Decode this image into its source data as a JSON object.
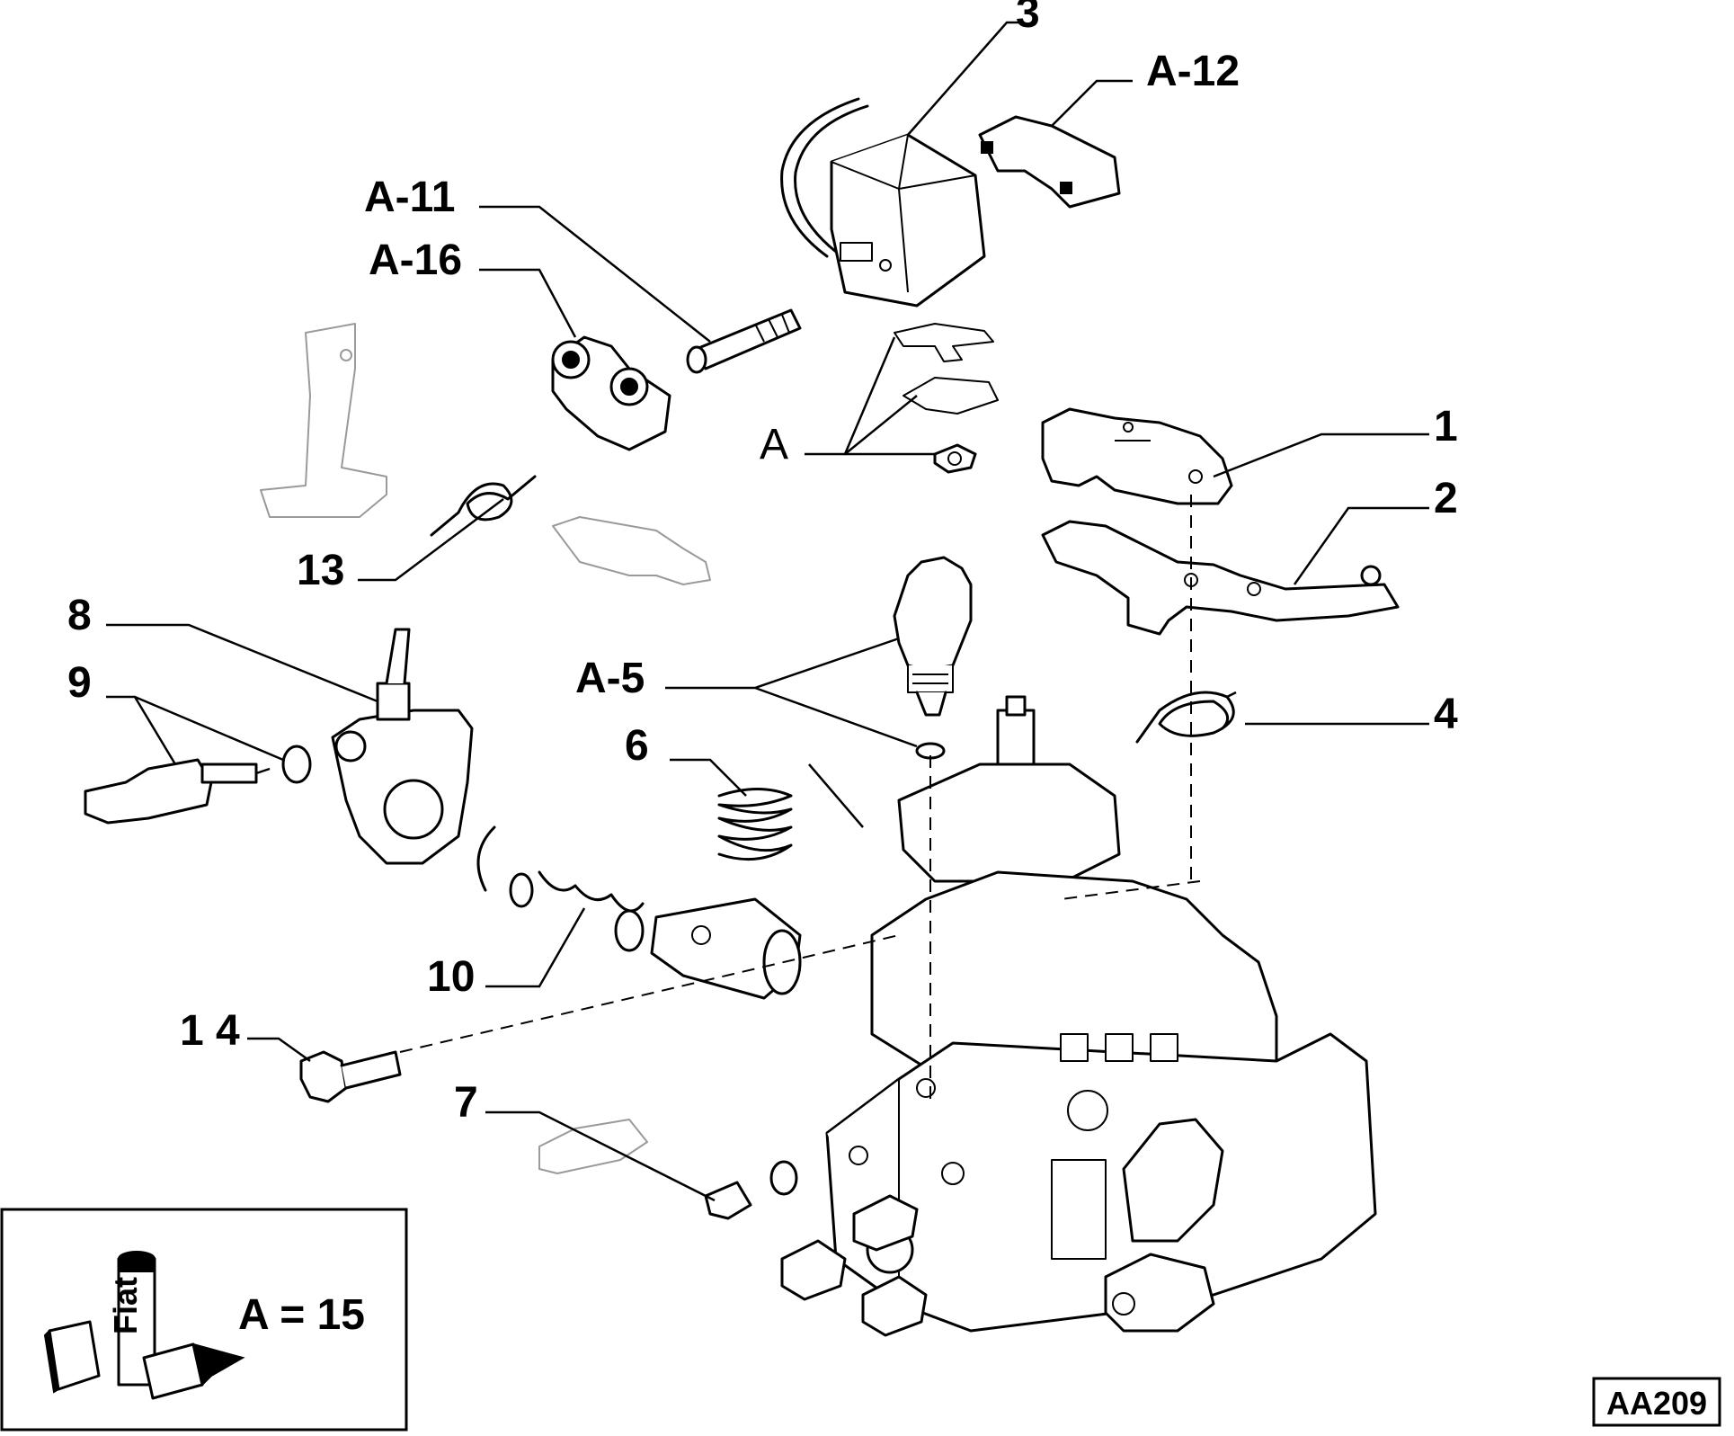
{
  "diagram": {
    "labels": {
      "l1": "1",
      "l2": "2",
      "l3": "3",
      "l4": "4",
      "l6": "6",
      "l7": "7",
      "l8": "8",
      "l9": "9",
      "l10": "10",
      "l13": "13",
      "l14": "1 4",
      "lA": "A",
      "lA5": "A-5",
      "lA11": "A-11",
      "lA12": "A-12",
      "lA16": "A-16"
    },
    "legend": {
      "formula": "A = 15",
      "can_text": "Fiat"
    },
    "code": "AA209"
  }
}
